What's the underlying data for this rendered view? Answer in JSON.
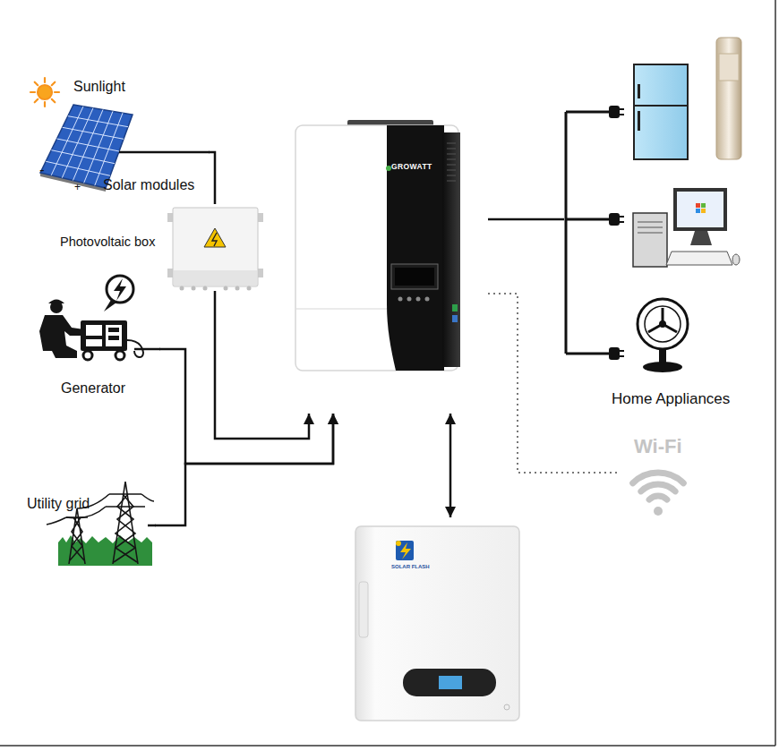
{
  "diagram": {
    "nodes": [
      {
        "text": [
          "Sunlight"
        ]
      },
      {
        "text": [
          "Solar modules"
        ]
      },
      {
        "text": [
          "Photovoltaic box"
        ]
      },
      {
        "text": [
          "Generator"
        ]
      },
      {
        "text": [
          "GROWATT"
        ]
      },
      {
        "text": [
          "Utility grid"
        ]
      },
      {
        "text": [
          "Home Appliances"
        ]
      },
      {
        "text": [
          "Wi-Fi"
        ]
      },
      {
        "text": [
          "SOLAR FLASH"
        ]
      }
    ],
    "edges": [
      {
        "from": 1,
        "to": 2,
        "arrow": "none"
      },
      {
        "from": 2,
        "to": 4,
        "arrow": "to"
      },
      {
        "from": 3,
        "to": 4,
        "arrow": "to"
      },
      {
        "from": 5,
        "to": 4,
        "arrow": "to"
      },
      {
        "from": 4,
        "to": 6,
        "arrow": "none"
      },
      {
        "from": 4,
        "to": 8,
        "arrow": "both"
      },
      {
        "from": 4,
        "to": 7,
        "arrow": "none"
      }
    ],
    "labels": [
      "-",
      "+"
    ]
  }
}
